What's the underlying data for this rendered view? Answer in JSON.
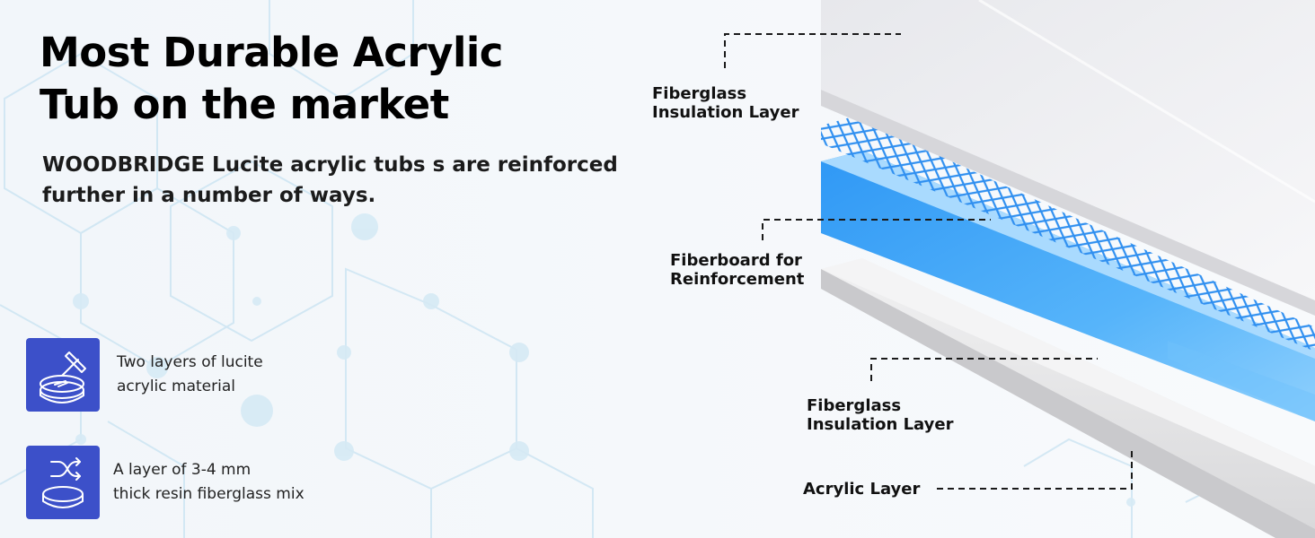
{
  "headline": {
    "line1": "Most Durable Acrylic",
    "line2": "Tub on the market"
  },
  "description": {
    "line1": "WOODBRIDGE Lucite acrylic tubs s are reinforced",
    "line2": "further in a number of ways."
  },
  "features": [
    {
      "icon": "hammer-on-lucite-discs-icon",
      "line1": "Two layers of lucite",
      "line2": "acrylic material"
    },
    {
      "icon": "shuffle-arrows-on-discs-icon",
      "line1": "A layer of 3-4 mm",
      "line2": "thick resin fiberglass mix"
    }
  ],
  "layers": {
    "top_insulation": {
      "line1": "Fiberglass",
      "line2": "Insulation Layer"
    },
    "fiberboard": {
      "line1": "Fiberboard for",
      "line2": "Reinforcement"
    },
    "bottom_insulation": {
      "line1": "Fiberglass",
      "line2": "Insulation Layer"
    },
    "acrylic": {
      "line1": "Acrylic Layer"
    }
  },
  "colors": {
    "icon_background": "#3c50c9",
    "fiberboard_blue": "#3da3f5",
    "mesh_blue": "#2f8ff0",
    "text": "#111111"
  }
}
